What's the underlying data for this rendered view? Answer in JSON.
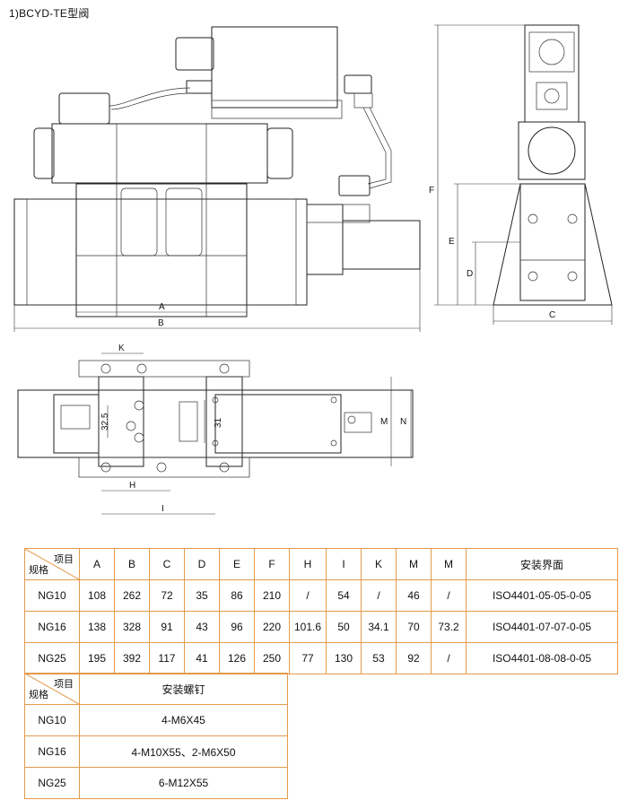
{
  "title": "1)BCYD-TE型阀",
  "drawing_labels": {
    "A": "A",
    "B": "B",
    "C": "C",
    "D": "D",
    "E": "E",
    "F": "F",
    "K": "K",
    "H": "H",
    "I": "I",
    "M": "M",
    "N": "N",
    "d1": "32.5",
    "d2": "31"
  },
  "table1": {
    "corner_top": "项目",
    "corner_bottom": "规格",
    "headers": [
      "A",
      "B",
      "C",
      "D",
      "E",
      "F",
      "H",
      "I",
      "K",
      "M",
      "M",
      "安装界面"
    ],
    "rows": [
      {
        "spec": "NG10",
        "cells": [
          "108",
          "262",
          "72",
          "35",
          "86",
          "210",
          "/",
          "54",
          "/",
          "46",
          "/",
          "ISO4401-05-05-0-05"
        ]
      },
      {
        "spec": "NG16",
        "cells": [
          "138",
          "328",
          "91",
          "43",
          "96",
          "220",
          "101.6",
          "50",
          "34.1",
          "70",
          "73.2",
          "ISO4401-07-07-0-05"
        ]
      },
      {
        "spec": "NG25",
        "cells": [
          "195",
          "392",
          "117",
          "41",
          "126",
          "250",
          "77",
          "130",
          "53",
          "92",
          "/",
          "ISO4401-08-08-0-05"
        ]
      }
    ]
  },
  "table2": {
    "corner_top": "项目",
    "corner_bottom": "规格",
    "header": "安装螺钉",
    "rows": [
      {
        "spec": "NG10",
        "value": "4-M6X45"
      },
      {
        "spec": "NG16",
        "value": "4-M10X55、2-M6X50"
      },
      {
        "spec": "NG25",
        "value": "6-M12X55"
      }
    ]
  }
}
